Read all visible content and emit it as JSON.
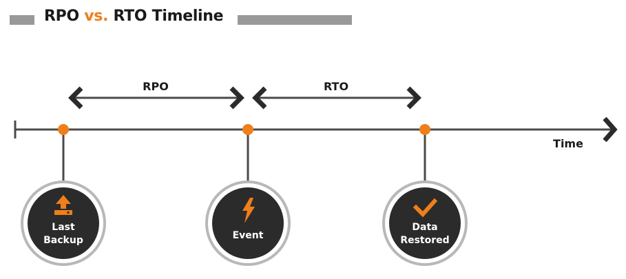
{
  "title": {
    "part1": "RPO",
    "part2": "vs.",
    "part3": "RTO Timeline"
  },
  "colors": {
    "accent": "#ef7f1a",
    "dark": "#2b2b2b",
    "line": "#4a4a4a",
    "bar": "#999999"
  },
  "spans": {
    "rpo": "RPO",
    "rto": "RTO"
  },
  "axis": {
    "label": "Time"
  },
  "nodes": [
    {
      "id": "last-backup",
      "icon": "upload-icon",
      "line1": "Last",
      "line2": "Backup"
    },
    {
      "id": "event",
      "icon": "lightning-icon",
      "line1": "Event",
      "line2": ""
    },
    {
      "id": "data-restored",
      "icon": "checkmark-icon",
      "line1": "Data",
      "line2": "Restored"
    }
  ]
}
